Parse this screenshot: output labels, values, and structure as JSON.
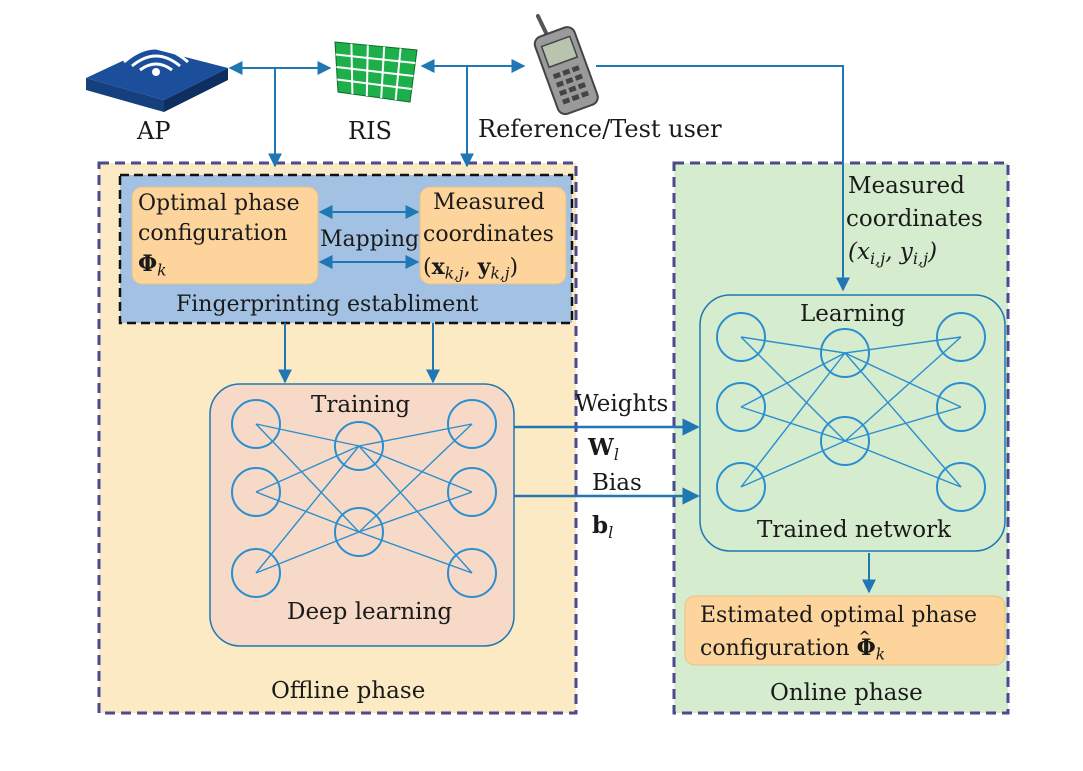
{
  "devices": {
    "ap_label": "AP",
    "ris_label": "RIS",
    "user_label": "Reference/Test user"
  },
  "offline": {
    "phase_label": "Offline phase",
    "fingerprinting": {
      "label": "Fingerprinting establiment",
      "phase_box": {
        "line1": "Optimal phase",
        "line2": "configuration",
        "symbol": "Φ",
        "subscript": "k"
      },
      "mapping_label": "Mapping",
      "coords_box": {
        "line1": "Measured",
        "line2": "coordinates",
        "x_sym": "x",
        "y_sym": "y",
        "subscript": "k,j"
      }
    },
    "training_label": "Training",
    "deep_learning_label": "Deep learning"
  },
  "transfer": {
    "weights_label": "Weights",
    "weights_symbol": "W",
    "weights_subscript": "l",
    "bias_label": "Bias",
    "bias_symbol": "b",
    "bias_subscript": "l"
  },
  "online": {
    "phase_label": "Online phase",
    "measured_line1": "Measured",
    "measured_line2": "coordinates",
    "coord_x": "x",
    "coord_y": "y",
    "coord_subscript": "i,j",
    "learning_label": "Learning",
    "trained_label": "Trained network",
    "estimate_line1": "Estimated optimal phase",
    "estimate_line2": "configuration",
    "estimate_symbol": "Φ",
    "estimate_subscript": "k"
  },
  "colors": {
    "offline_bg": "#fbeac4",
    "online_bg": "#d6eccf",
    "finger_bg": "#a3c2e3",
    "orange_box": "#fcd49c",
    "net_bg": "#f7d9c7",
    "line_blue": "#1f88c4",
    "dash_border": "#4a4a8e"
  }
}
